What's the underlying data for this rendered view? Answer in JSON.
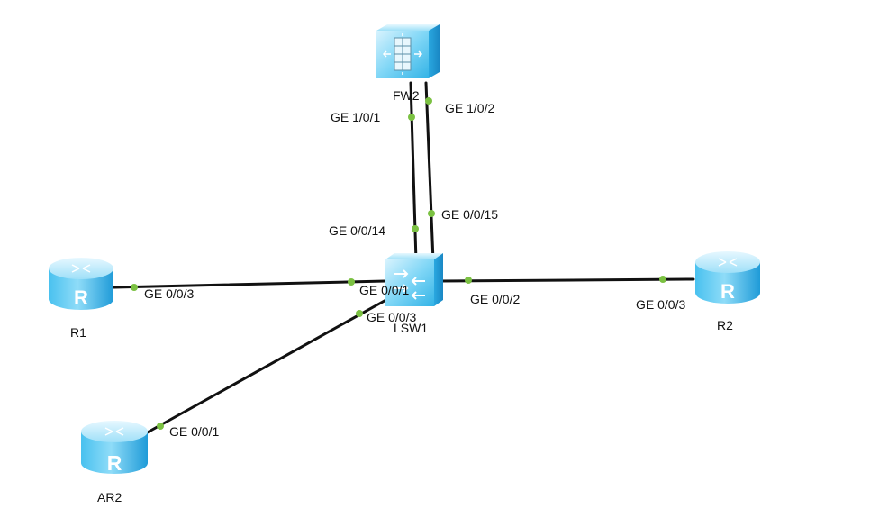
{
  "colors": {
    "link": "#111111",
    "port_dot": "#7bc142",
    "device_light": "#bfe9fb",
    "device_mid": "#5ccbf2",
    "device_dark": "#1e9ad6"
  },
  "devices": {
    "fw2": {
      "label": "FW2",
      "icon": "firewall-icon"
    },
    "lsw1": {
      "label": "LSW1",
      "icon": "switch-icon"
    },
    "r1": {
      "label": "R1",
      "icon": "router-icon"
    },
    "r2": {
      "label": "R2",
      "icon": "router-icon"
    },
    "ar2": {
      "label": "AR2",
      "icon": "router-icon"
    }
  },
  "ports": {
    "fw2_ge101": "GE 1/0/1",
    "fw2_ge102": "GE 1/0/2",
    "lsw1_ge0014": "GE 0/0/14",
    "lsw1_ge0015": "GE 0/0/15",
    "lsw1_ge001": "GE 0/0/1",
    "lsw1_ge002": "GE 0/0/2",
    "lsw1_ge003": "GE 0/0/3",
    "r1_ge003": "GE 0/0/3",
    "r2_ge003": "GE 0/0/3",
    "ar2_ge001": "GE 0/0/1"
  }
}
